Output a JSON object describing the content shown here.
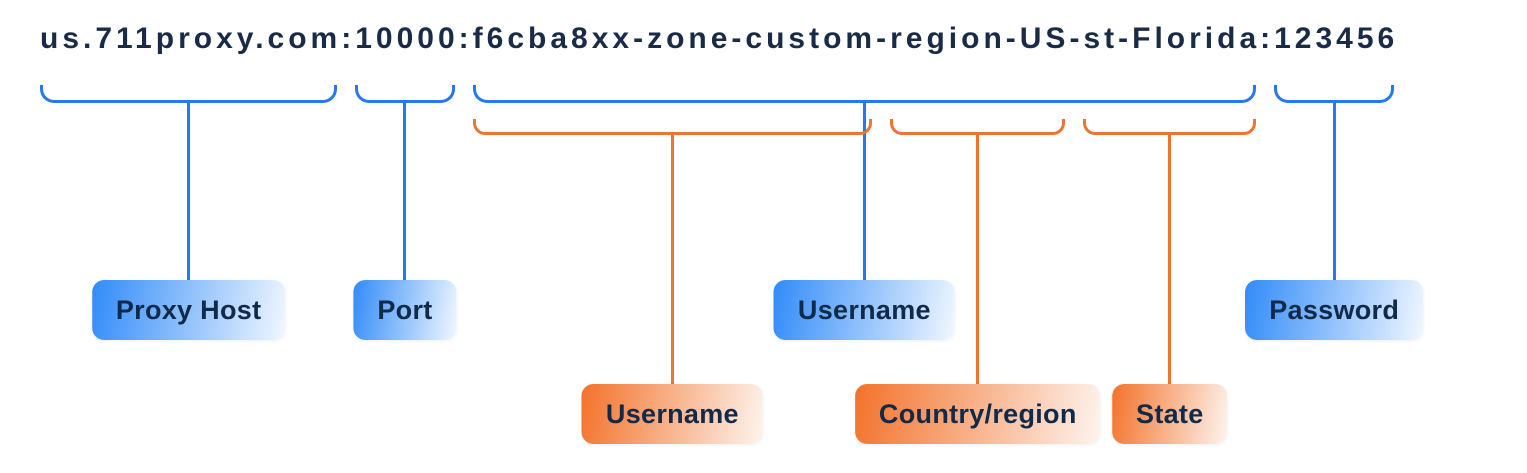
{
  "connection_string": {
    "full_text": "us.711proxy.com:10000:f6cba8xx-zone-custom-region-US-st-Florida:123456",
    "segments": [
      {
        "id": "host",
        "text": "us.711proxy.com"
      },
      {
        "id": "colon1",
        "text": ":"
      },
      {
        "id": "port",
        "text": "10000"
      },
      {
        "id": "colon2",
        "text": ":"
      },
      {
        "id": "zone",
        "text": "f6cba8xx-zone-custom"
      },
      {
        "id": "dash1",
        "text": "-"
      },
      {
        "id": "region",
        "text": "region-US"
      },
      {
        "id": "dash2",
        "text": "-"
      },
      {
        "id": "state",
        "text": "st-Florida"
      },
      {
        "id": "colon3",
        "text": ":"
      },
      {
        "id": "password",
        "text": "123456"
      }
    ]
  },
  "annotations": {
    "blue": [
      {
        "label": "Proxy Host",
        "from": "host",
        "to": "host"
      },
      {
        "label": "Port",
        "from": "port",
        "to": "port"
      },
      {
        "label": "Username",
        "from": "zone",
        "to": "state"
      },
      {
        "label": "Password",
        "from": "password",
        "to": "password"
      }
    ],
    "orange": [
      {
        "label": "Username",
        "from": "zone",
        "to": "zone"
      },
      {
        "label": "Country/region",
        "from": "region",
        "to": "region"
      },
      {
        "label": "State",
        "from": "state",
        "to": "state"
      }
    ]
  },
  "colors": {
    "blue_line": "#2479f0",
    "orange_line": "#ec7434",
    "string_text": "#1a2b47",
    "label_text": "#122a4a",
    "blue_gradient_start": "#318bf8",
    "blue_gradient_end": "#f1f7ff",
    "orange_gradient_start": "#f3722b",
    "orange_gradient_end": "#fdf4ee"
  }
}
